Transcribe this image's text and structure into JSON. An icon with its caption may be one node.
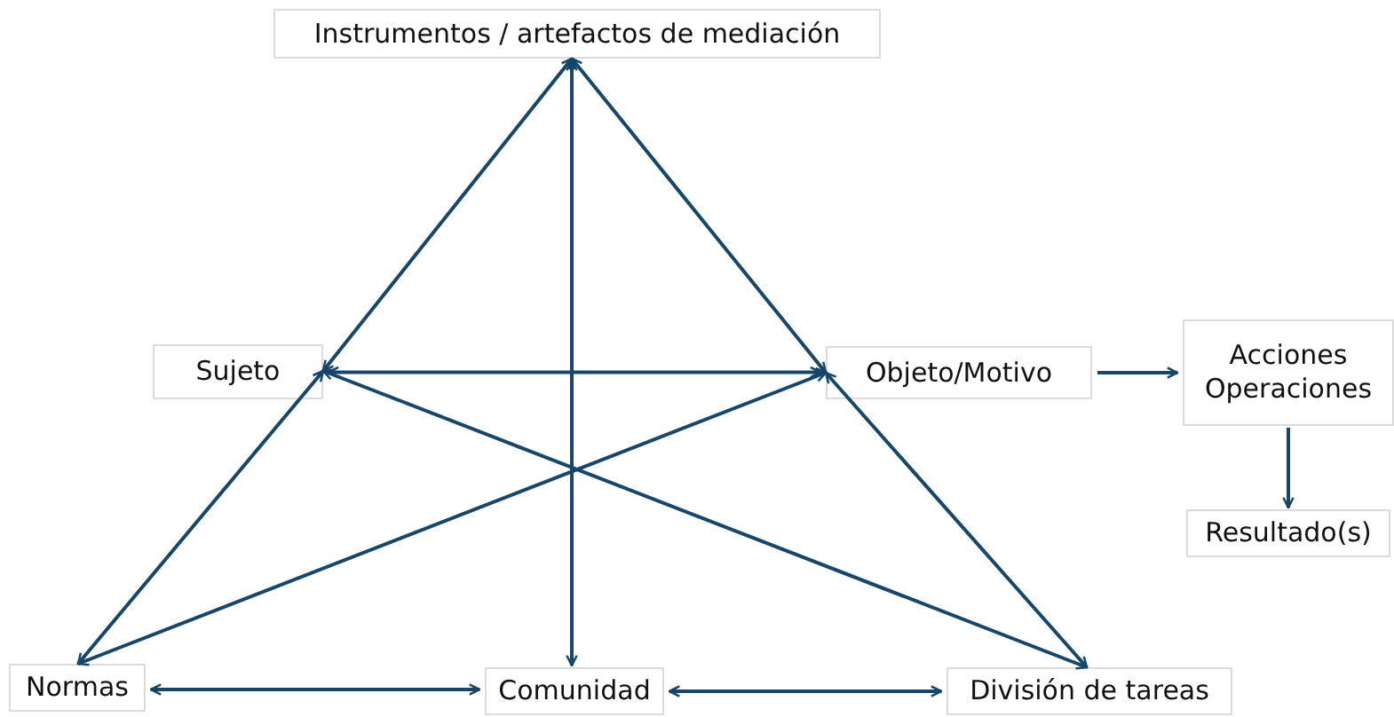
{
  "diagram": {
    "nodes": [
      {
        "text": [
          "Instrumentos / artefactos de mediación"
        ]
      },
      {
        "text": [
          "Sujeto"
        ]
      },
      {
        "text": [
          "Objeto/Motivo"
        ]
      },
      {
        "text": [
          "Acciones Operaciones"
        ]
      },
      {
        "text": [
          "Resultado(s)"
        ]
      },
      {
        "text": [
          "Normas"
        ]
      },
      {
        "text": [
          "Comunidad"
        ]
      },
      {
        "text": [
          "División de tareas"
        ]
      }
    ],
    "edges": [
      {
        "from": 1,
        "to": 0,
        "arrow": "both"
      },
      {
        "from": 0,
        "to": 2,
        "arrow": "both"
      },
      {
        "from": 0,
        "to": 6,
        "arrow": "both"
      },
      {
        "from": 1,
        "to": 2,
        "arrow": "both"
      },
      {
        "from": 1,
        "to": 5,
        "arrow": "both"
      },
      {
        "from": 5,
        "to": 2,
        "arrow": "both"
      },
      {
        "from": 1,
        "to": 7,
        "arrow": "both"
      },
      {
        "from": 2,
        "to": 7,
        "arrow": "both"
      },
      {
        "from": 5,
        "to": 6,
        "arrow": "both"
      },
      {
        "from": 6,
        "to": 7,
        "arrow": "both"
      },
      {
        "from": 2,
        "to": 3,
        "arrow": "to"
      },
      {
        "from": 3,
        "to": 4,
        "arrow": "to"
      }
    ]
  }
}
